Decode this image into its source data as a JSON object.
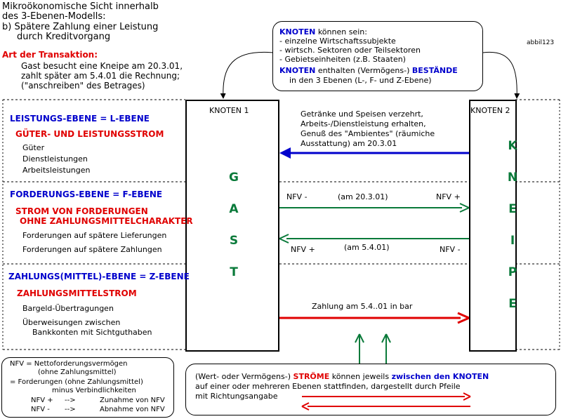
{
  "header": {
    "title_lines": [
      "Mikroökonomische Sicht innerhalb",
      "des 3-Ebenen-Modells:",
      "b) Spätere Zahlung einer Leistung",
      "durch Kreditvorgang"
    ],
    "transaction_label": "Art der Transaktion:",
    "transaction_lines": [
      "Gast besucht eine Kneipe am 20.3.01,",
      "zahlt später am 5.4.01 die Rechnung;",
      "(\"anschreiben\" des Betrages)"
    ]
  },
  "knoten_box": {
    "line1_kw": "KNOTEN",
    "line1_rest": "können sein:",
    "items": [
      "- einzelne Wirtschaftssubjekte",
      "- wirtsch. Sektoren oder Teilsektoren",
      "- Gebietseinheiten (z.B. Staaten)"
    ],
    "line5_kw1": "KNOTEN",
    "line5_mid": "enthalten (Vermögens-)",
    "line5_kw2": "BESTÄNDE",
    "line6": "in den 3 Ebenen (L-, F- und Z-Ebene)"
  },
  "corner_id": "abbil123",
  "nodes": {
    "left": {
      "header": "KNOTEN 1",
      "letters": [
        "G",
        "A",
        "S",
        "T"
      ]
    },
    "right": {
      "header": "KNOTEN 2",
      "letters": [
        "K",
        "N",
        "E",
        "I",
        "P",
        "E"
      ]
    }
  },
  "levels": {
    "l": {
      "title": "LEISTUNGS-EBENE = L-EBENE",
      "subtitle": "GÜTER- UND LEISTUNGSSTROM",
      "items": [
        "Güter",
        "Dienstleistungen",
        "Arbeitsleistungen"
      ]
    },
    "f": {
      "title": "FORDERUNGS-EBENE = F-EBENE",
      "subtitle_lines": [
        "STROM VON FORDERUNGEN",
        "OHNE ZAHLUNGSMITTELCHARAKTER"
      ],
      "items": [
        "Forderungen auf spätere Lieferungen",
        "Forderungen auf spätere Zahlungen"
      ]
    },
    "z": {
      "title": "ZAHLUNGS(MITTEL)-EBENE = Z-EBENE",
      "subtitle": "ZAHLUNGSMITTELSTROM",
      "items": [
        "Bargeld-Übertragungen",
        "Überweisungen zwischen",
        "Bankkonten mit Sichtguthaben"
      ]
    }
  },
  "flows": {
    "l_text_lines": [
      "Getränke und Speisen verzehrt,",
      "Arbeits-/Dienstleistung erhalten,",
      "Genuß des \"Ambientes\" (räumiche",
      "Ausstattung) am 20.3.01"
    ],
    "f1": {
      "left": "NFV -",
      "center": "(am 20.3.01)",
      "right": "NFV +"
    },
    "f2": {
      "left": "NFV +",
      "center": "(am 5.4.01)",
      "right": "NFV -"
    },
    "z_text": "Zahlung am 5.4..01 in bar"
  },
  "legend": {
    "lines": [
      "NFV = Nettoforderungsvermögen",
      "(ohne Zahlungsmittel)",
      "= Forderungen (ohne Zahlungsmittel)",
      "minus Verbindlichkeiten"
    ],
    "plus_sym": "NFV +",
    "plus_arrow": "-->",
    "plus_text": "Zunahme von NFV",
    "minus_sym": "NFV -",
    "minus_arrow": "-->",
    "minus_text": "Abnahme von NFV"
  },
  "stroeme_box": {
    "pre": "(Wert- oder Vermögens-)",
    "kw1": "STRÖME",
    "mid": "können jeweils",
    "kw2": "zwischen den KNOTEN",
    "line2": "auf einer oder mehreren Ebenen stattfinden, dargestellt durch Pfeile",
    "line3": "mit Richtungsangabe"
  },
  "colors": {
    "blue": "#0000cc",
    "red": "#e00000",
    "green": "#0a7a3a"
  }
}
